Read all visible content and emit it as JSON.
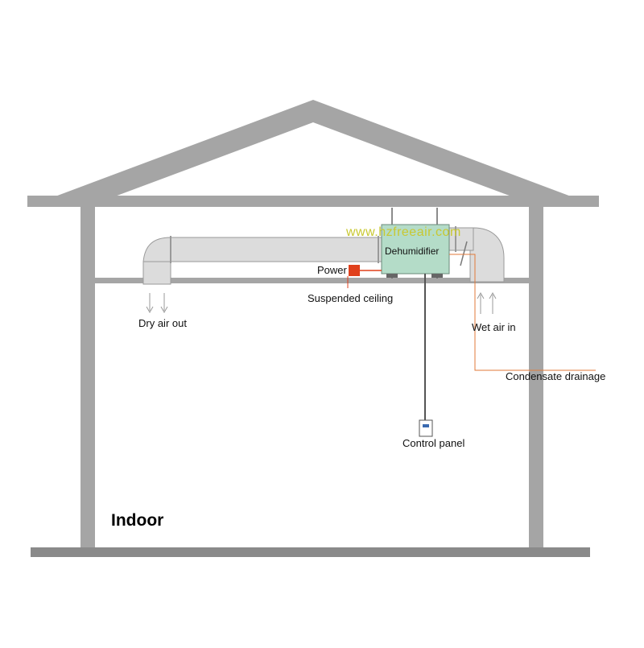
{
  "diagram": {
    "watermark": "www.hzfreeair.com",
    "labels": {
      "dehumidifier": "Dehumidifier",
      "power": "Power",
      "suspended_ceiling": "Suspended ceiling",
      "dry_air_out": "Dry air out",
      "wet_air_in": "Wet air in",
      "condensate_drainage": "Condensate drainage",
      "control_panel": "Control panel",
      "indoor": "Indoor"
    },
    "colors": {
      "house": "#a5a5a5",
      "duct": "#dcdcdc",
      "duct_edge": "#9a9a9a",
      "dehumidifier": "#b4dcc8",
      "power": "#e0401c",
      "drain_line": "#e07a3a",
      "watermark": "#c8c832"
    }
  }
}
